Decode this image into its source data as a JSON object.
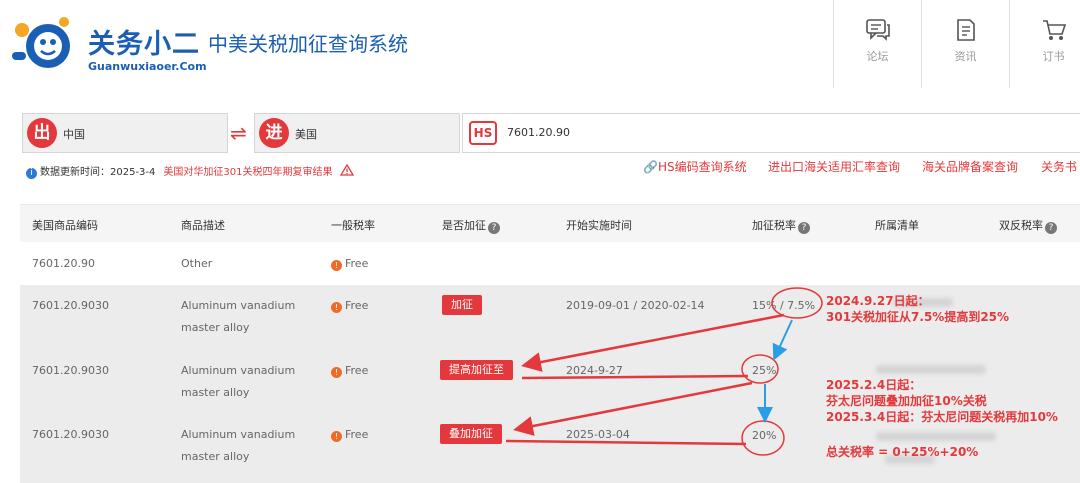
{
  "header": {
    "brand": "关务小二",
    "brand_sub": "Guanwuxiaoer.Com",
    "system_title": "中美关税加征查询系统",
    "nav": [
      {
        "label": "论坛",
        "icon": "forum-icon"
      },
      {
        "label": "资讯",
        "icon": "news-icon"
      },
      {
        "label": "订书",
        "icon": "cart-icon"
      }
    ]
  },
  "search": {
    "export_tag": "出",
    "export_country": "中国",
    "import_tag": "进",
    "import_country": "美国",
    "hs_badge": "HS",
    "hs_code": "7601.20.90"
  },
  "info": {
    "update_label": "数据更新时间：2025-3-4",
    "notice": "美国对华加征301关税四年期复审结果"
  },
  "links": [
    "HS编码查询系统",
    "进出口海关适用汇率查询",
    "海关品牌备案查询",
    "关务书"
  ],
  "table": {
    "headers": [
      "美国商品编码",
      "商品描述",
      "一般税率",
      "是否加征",
      "开始实施时间",
      "加征税率",
      "所属清单",
      "双反税率"
    ],
    "rows": [
      {
        "code": "7601.20.90",
        "desc1": "Other",
        "desc2": "",
        "rate": "Free",
        "badge": "",
        "date": "",
        "extra": ""
      },
      {
        "code": "7601.20.9030",
        "desc1": "Aluminum vanadium",
        "desc2": "master alloy",
        "rate": "Free",
        "badge": "加征",
        "date": "2019-09-01 / 2020-02-14",
        "extra": "15% / 7.5%"
      },
      {
        "code": "7601.20.9030",
        "desc1": "Aluminum vanadium",
        "desc2": "master alloy",
        "rate": "Free",
        "badge": "提高加征至",
        "date": "2024-9-27",
        "extra": "25%"
      },
      {
        "code": "7601.20.9030",
        "desc1": "Aluminum vanadium",
        "desc2": "master alloy",
        "rate": "Free",
        "badge": "叠加加征",
        "date": "2025-03-04",
        "extra": "20%"
      }
    ]
  },
  "annotations": {
    "a1_line1": "2024.9.27日起：",
    "a1_line2": "301关税加征从7.5%提高到25%",
    "a2_line1": "2025.2.4日起：",
    "a2_line2": "芬太尼问题叠加加征10%关税",
    "a2_line3": "2025.3.4日起：芬太尼问题关税再加10%",
    "a3": "总关税率 = 0+25%+20%"
  },
  "colors": {
    "accent_red": "#e4393c",
    "brand_blue": "#1a5fb4",
    "arrow_blue": "#2a9ce8"
  }
}
